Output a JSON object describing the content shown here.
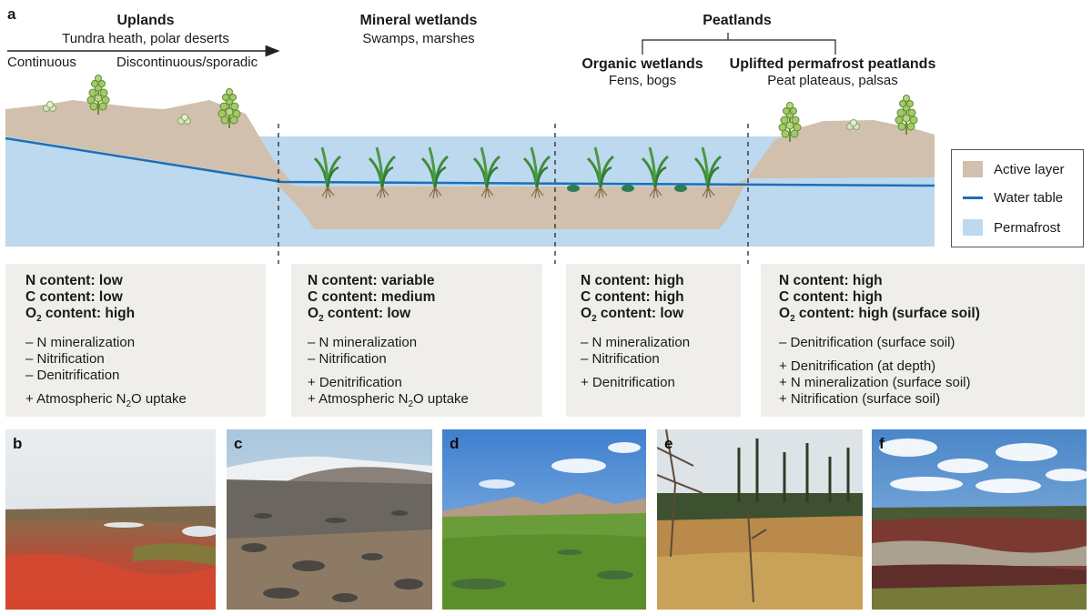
{
  "panel_a": {
    "letter": "a",
    "uplands": {
      "title": "Uplands",
      "subtitle": "Tundra heath, polar deserts",
      "arrow_left": "Continuous",
      "arrow_right": "Discontinuous/sporadic"
    },
    "mineral_wetlands": {
      "title": "Mineral wetlands",
      "subtitle": "Swamps, marshes"
    },
    "peatlands": {
      "title": "Peatlands",
      "organic": {
        "title": "Organic wetlands",
        "subtitle": "Fens, bogs"
      },
      "uplifted": {
        "title": "Uplifted permafrost peatlands",
        "subtitle": "Peat plateaus, palsas"
      }
    },
    "legend": {
      "active_layer": "Active layer",
      "water_table": "Water table",
      "permafrost": "Permafrost"
    },
    "colors": {
      "active_layer": "#d1c0ad",
      "water_table": "#1f6fb6",
      "permafrost": "#bcd9ef",
      "box_bg": "#efeeea"
    }
  },
  "boxes": [
    {
      "n": "N content: low",
      "c": "C content: low",
      "o2_prefix": "O",
      "o2_sub": "2",
      "o2_suffix": " content: high",
      "group1": [
        "– N mineralization",
        "– Nitrification",
        "– Denitrification"
      ],
      "group2_pre": "+ Atmospheric N",
      "group2_sub": "2",
      "group2_post": "O uptake"
    },
    {
      "n": "N content: variable",
      "c": "C content: medium",
      "o2_prefix": "O",
      "o2_sub": "2",
      "o2_suffix": " content: low",
      "group1": [
        "– N mineralization",
        "– Nitrification"
      ],
      "group2a": "+ Denitrification",
      "group2_pre": "+ Atmospheric N",
      "group2_sub": "2",
      "group2_post": "O uptake"
    },
    {
      "n": "N content: high",
      "c": "C content: high",
      "o2_prefix": "O",
      "o2_sub": "2",
      "o2_suffix": " content: low",
      "group1": [
        "– N mineralization",
        "– Nitrification"
      ],
      "group2a": "+ Denitrification"
    },
    {
      "n": "N content: high",
      "c": "C content: high",
      "o2_prefix": "O",
      "o2_sub": "2",
      "o2_suffix": " content: high (surface soil)",
      "group1": [
        "– Denitrification (surface soil)"
      ],
      "group2": [
        "+ Denitrification (at depth)",
        "+ N mineralization (surface soil)",
        "+ Nitrification (surface soil)"
      ]
    }
  ],
  "photos": [
    {
      "letter": "b",
      "scene": "red-tundra-heath"
    },
    {
      "letter": "c",
      "scene": "rocky-polar-desert"
    },
    {
      "letter": "d",
      "scene": "green-marsh-mountains"
    },
    {
      "letter": "e",
      "scene": "boreal-fen-dead-trees"
    },
    {
      "letter": "f",
      "scene": "peat-plateau-cloudy-sky"
    }
  ]
}
